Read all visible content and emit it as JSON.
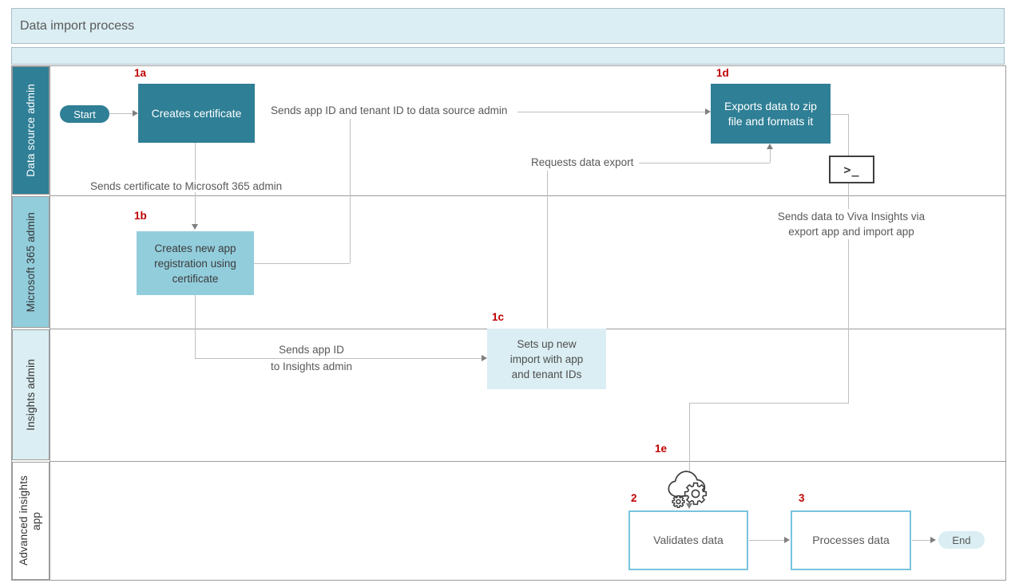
{
  "title": "Data import process",
  "colors": {
    "dark_teal": "#2F7F96",
    "mid_blue": "#92CDDC",
    "light_blue": "#DAEEF3",
    "step_number_red": "#C00000",
    "process_border_blue": "#78C4DE",
    "connector_gray": "#BFBFBF"
  },
  "lanes": [
    {
      "label": "Data source admin"
    },
    {
      "label": "Microsoft 365 admin"
    },
    {
      "label": "Insights admin"
    },
    {
      "label": "Advanced insights app"
    }
  ],
  "nodes": {
    "start": {
      "label": "Start"
    },
    "creates_certificate": {
      "step": "1a",
      "label": "Creates certificate"
    },
    "creates_app_registration": {
      "step": "1b",
      "label": "Creates new app registration using certificate"
    },
    "sets_up_import": {
      "step": "1c",
      "label": "Sets up new import with app and tenant IDs"
    },
    "exports_data": {
      "step": "1d",
      "label": "Exports data to zip file and formats it"
    },
    "terminal": {
      "glyph": ">_"
    },
    "cloud": {
      "step": "1e"
    },
    "validates_data": {
      "step": "2",
      "label": "Validates data"
    },
    "processes_data": {
      "step": "3",
      "label": "Processes data"
    },
    "end": {
      "label": "End"
    }
  },
  "edge_labels": {
    "sends_app_tenant": "Sends app ID and tenant ID to data source admin",
    "sends_certificate": "Sends certificate to Microsoft 365 admin",
    "sends_app_id": [
      "Sends app ID",
      "to Insights admin"
    ],
    "requests_export": "Requests data export",
    "sends_data": [
      "Sends data to Viva Insights via",
      "export app and import app"
    ]
  }
}
